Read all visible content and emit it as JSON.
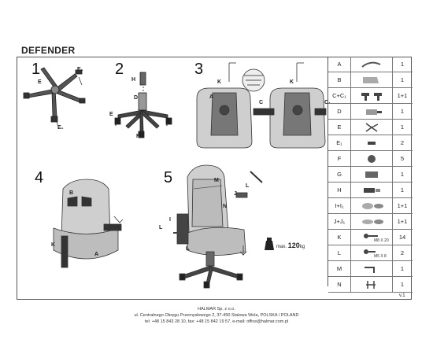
{
  "title": "DEFENDER",
  "steps": [
    "1",
    "2",
    "3",
    "4",
    "5"
  ],
  "labels": {
    "s1": [
      "E",
      "E₁",
      "E₁"
    ],
    "s2": [
      "H",
      "D",
      "E",
      "F",
      "F",
      "F"
    ],
    "s3": [
      "K",
      "A",
      "K",
      "C",
      "C₁"
    ],
    "s4": [
      "B",
      "K",
      "A"
    ],
    "s5": [
      "M",
      "J",
      "L",
      "N",
      "L",
      "I",
      "I₁"
    ]
  },
  "weight": {
    "prefix": "max.",
    "value": "120",
    "unit": "kg"
  },
  "parts": [
    {
      "label": "A",
      "qty": "1",
      "icon": "seat-base-icon"
    },
    {
      "label": "B",
      "qty": "1",
      "icon": "backrest-icon"
    },
    {
      "label": "C+C₁",
      "qty": "1+1",
      "icon": "armrest-icon"
    },
    {
      "label": "D",
      "qty": "1",
      "icon": "gas-lift-icon"
    },
    {
      "label": "E",
      "qty": "1",
      "icon": "star-base-icon"
    },
    {
      "label": "E₁",
      "qty": "2",
      "icon": "pin-icon"
    },
    {
      "label": "F",
      "qty": "5",
      "icon": "caster-icon"
    },
    {
      "label": "G",
      "qty": "1",
      "icon": "mechanism-icon"
    },
    {
      "label": "H",
      "qty": "1",
      "icon": "cover-icon"
    },
    {
      "label": "I+I₁",
      "qty": "1+1",
      "icon": "cushion-icon"
    },
    {
      "label": "J+J₁",
      "qty": "1+1",
      "icon": "lumbar-icon"
    },
    {
      "label": "K",
      "qty": "14",
      "icon": "bolt-icon",
      "note": "M8 X 20"
    },
    {
      "label": "L",
      "qty": "2",
      "icon": "screw-icon",
      "note": "M5 X 8"
    },
    {
      "label": "M",
      "qty": "1",
      "icon": "hex-key-icon"
    },
    {
      "label": "N",
      "qty": "1",
      "icon": "strap-icon"
    }
  ],
  "version": "v.1",
  "footer": {
    "company": "HALMAR Sp. z o.o.",
    "address": "ul. Centralnego Okręgu Przemysłowego 2, 37-450 Stalowa Wola, POLSKA / POLAND",
    "contact": "tel: +48 15 843 28 10, fax: +48 15 842 19 57, e-mail: office@halmar.com.pl"
  }
}
